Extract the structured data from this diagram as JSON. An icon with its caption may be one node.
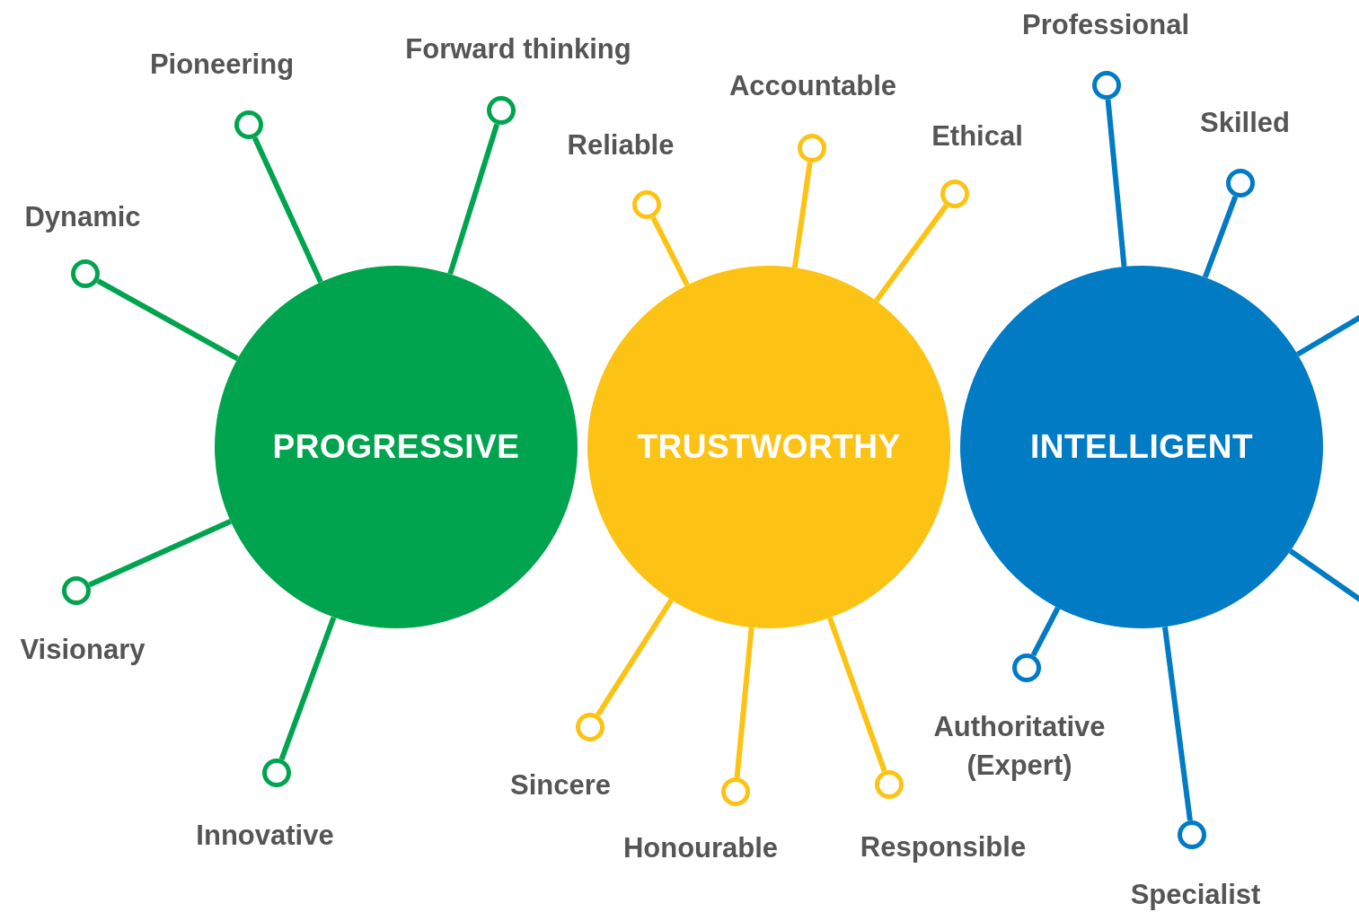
{
  "diagram": {
    "nodes": [
      {
        "text": [
          "PROGRESSIVE"
        ]
      },
      {
        "text": [
          "TRUSTWORTHY"
        ]
      },
      {
        "text": [
          "INTELLIGENT"
        ]
      },
      {
        "text": [],
        "shape": "circle",
        "beside": [
          "Pioneering"
        ]
      },
      {
        "text": [],
        "shape": "circle",
        "beside": [
          "Forward thinking"
        ]
      },
      {
        "text": [],
        "shape": "circle",
        "beside": [
          "Dynamic"
        ]
      },
      {
        "text": [],
        "shape": "circle",
        "beside": [
          "Visionary"
        ]
      },
      {
        "text": [],
        "shape": "circle",
        "beside": [
          "Innovative"
        ]
      },
      {
        "text": [],
        "shape": "circle",
        "beside": [
          "Reliable"
        ]
      },
      {
        "text": [],
        "shape": "circle",
        "beside": [
          "Accountable"
        ]
      },
      {
        "text": [],
        "shape": "circle",
        "beside": [
          "Ethical"
        ]
      },
      {
        "text": [],
        "shape": "circle",
        "beside": [
          "Sincere"
        ]
      },
      {
        "text": [],
        "shape": "circle",
        "beside": [
          "Honourable"
        ]
      },
      {
        "text": [],
        "shape": "circle",
        "beside": [
          "Responsible"
        ]
      },
      {
        "text": [],
        "shape": "circle",
        "beside": [
          "Professional"
        ]
      },
      {
        "text": [],
        "shape": "circle",
        "beside": [
          "Skilled"
        ]
      },
      {
        "text": [],
        "shape": "circle",
        "beside": [
          "Authoritative (Expert)"
        ]
      },
      {
        "text": [],
        "shape": "circle",
        "beside": [
          "Specialist"
        ]
      }
    ],
    "edges": [
      {
        "from": 0,
        "to": 3,
        "arrow": "none",
        "color": "#00a44e"
      },
      {
        "from": 0,
        "to": 4,
        "arrow": "none",
        "color": "#00a44e"
      },
      {
        "from": 0,
        "to": 5,
        "arrow": "none",
        "color": "#00a44e"
      },
      {
        "from": 0,
        "to": 6,
        "arrow": "none",
        "color": "#00a44e"
      },
      {
        "from": 0,
        "to": 7,
        "arrow": "none",
        "color": "#00a44e"
      },
      {
        "from": 1,
        "to": 8,
        "arrow": "none",
        "color": "#fcc314"
      },
      {
        "from": 1,
        "to": 9,
        "arrow": "none",
        "color": "#fcc314"
      },
      {
        "from": 1,
        "to": 10,
        "arrow": "none",
        "color": "#fcc314"
      },
      {
        "from": 1,
        "to": 11,
        "arrow": "none",
        "color": "#fcc314"
      },
      {
        "from": 1,
        "to": 12,
        "arrow": "none",
        "color": "#fcc314"
      },
      {
        "from": 1,
        "to": 13,
        "arrow": "none",
        "color": "#fcc314"
      },
      {
        "from": 2,
        "to": 14,
        "arrow": "none",
        "color": "#007bc4"
      },
      {
        "from": 2,
        "to": 15,
        "arrow": "none",
        "color": "#007bc4"
      },
      {
        "from": 2,
        "to": null,
        "arrow": "none",
        "color": "#007bc4"
      },
      {
        "from": 2,
        "to": 16,
        "arrow": "none",
        "color": "#007bc4"
      },
      {
        "from": 2,
        "to": 17,
        "arrow": "none",
        "color": "#007bc4"
      },
      {
        "from": 2,
        "to": null,
        "arrow": "none",
        "color": "#007bc4"
      }
    ]
  }
}
